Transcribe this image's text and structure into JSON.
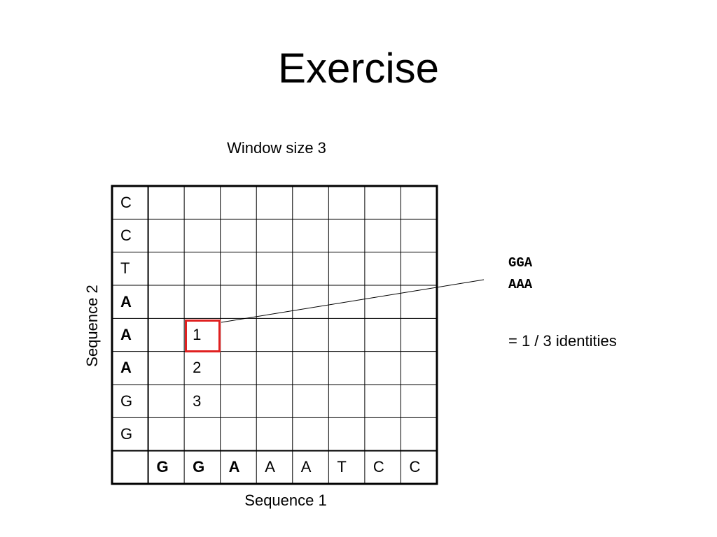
{
  "title": "Exercise",
  "window_label": "Window size 3",
  "seq1_label": "Sequence 1",
  "seq2_label": "Sequence 2",
  "grid": {
    "rows": 9,
    "cols": 9,
    "row_labels": [
      {
        "text": "C",
        "bold": false
      },
      {
        "text": "C",
        "bold": false
      },
      {
        "text": "T",
        "bold": false
      },
      {
        "text": "A",
        "bold": true
      },
      {
        "text": "A",
        "bold": true
      },
      {
        "text": "A",
        "bold": true
      },
      {
        "text": "G",
        "bold": false
      },
      {
        "text": "G",
        "bold": false
      },
      {
        "text": "",
        "bold": false
      }
    ],
    "col_labels": [
      {
        "text": "G",
        "bold": true
      },
      {
        "text": "G",
        "bold": true
      },
      {
        "text": "A",
        "bold": true
      },
      {
        "text": "A",
        "bold": false
      },
      {
        "text": "A",
        "bold": false
      },
      {
        "text": "T",
        "bold": false
      },
      {
        "text": "C",
        "bold": false
      },
      {
        "text": "C",
        "bold": false
      }
    ],
    "cell_values": [
      {
        "row": 4,
        "col": 2,
        "text": "1"
      },
      {
        "row": 5,
        "col": 2,
        "text": "2"
      },
      {
        "row": 6,
        "col": 2,
        "text": "3"
      }
    ],
    "highlight": {
      "row": 4,
      "col": 2,
      "color": "#e02020"
    }
  },
  "comparison": {
    "seq_a": "GGA",
    "seq_b": "AAA",
    "result": "= 1 / 3 identities"
  }
}
